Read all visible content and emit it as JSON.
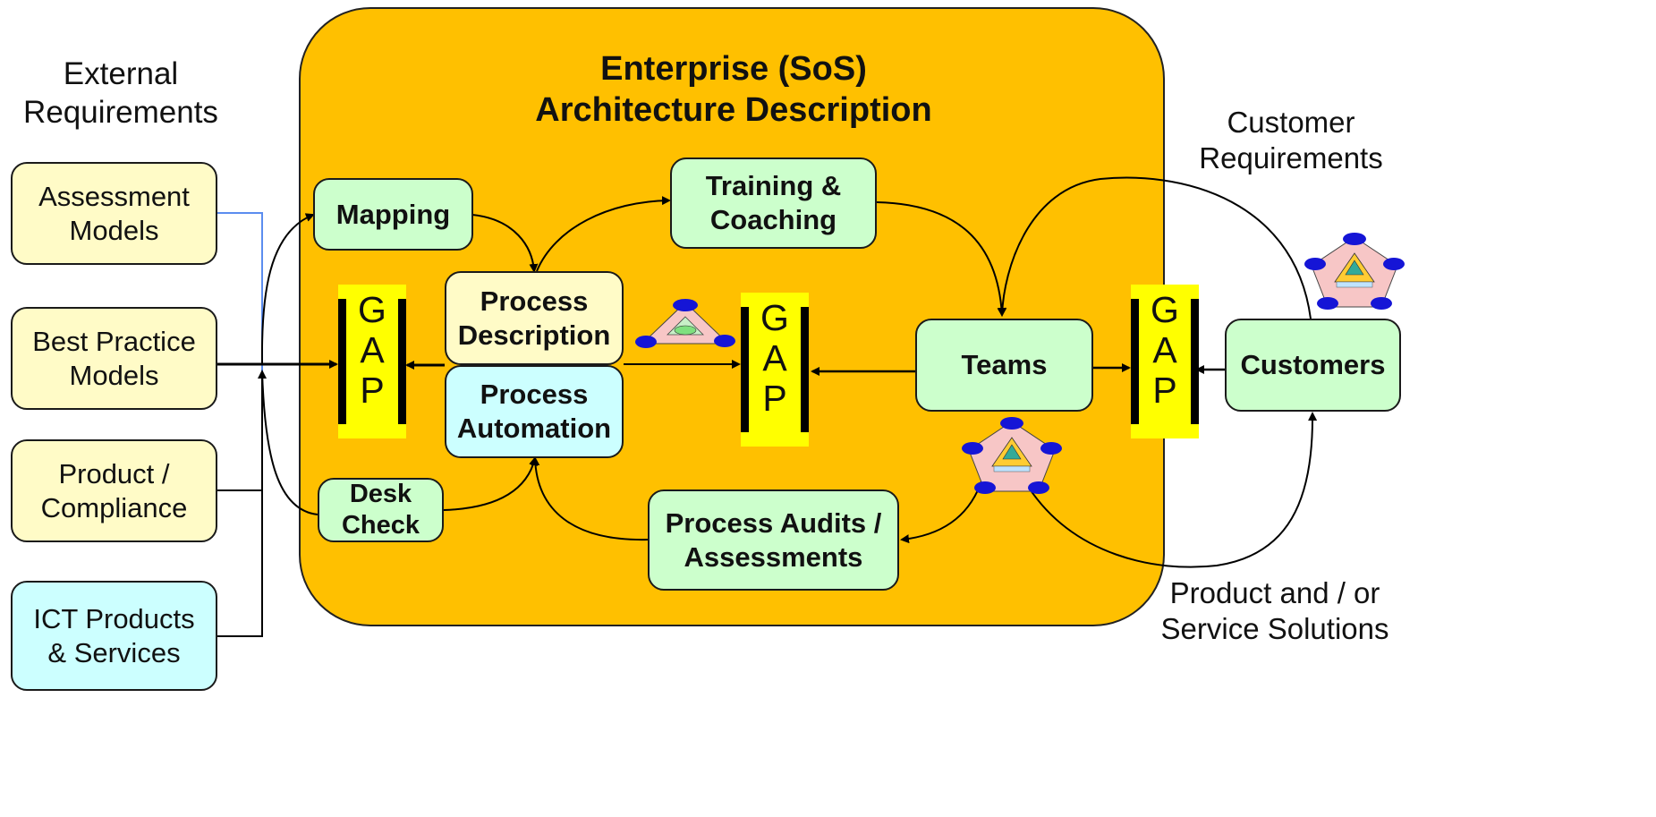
{
  "enterprise": {
    "title": "Enterprise (SoS)\nArchitecture Description",
    "fill": "#ffc000"
  },
  "external_requirements": {
    "label": "External\nRequirements",
    "items": [
      "Assessment\nModels",
      "Best Practice\nModels",
      "Product /\nCompliance",
      "ICT Products\n& Services"
    ]
  },
  "nodes": {
    "mapping": "Mapping",
    "training": "Training &\nCoaching",
    "process_description": "Process\nDescription",
    "process_automation": "Process\nAutomation",
    "desk_check": "Desk\nCheck",
    "process_audits": "Process Audits /\nAssessments",
    "teams": "Teams",
    "customers": "Customers"
  },
  "gap": {
    "letters": "G\nA\nP",
    "color": "#ffff00"
  },
  "customer_requirements": "Customer\nRequirements",
  "product_solutions": "Product and / or\nService Solutions",
  "colors": {
    "yellow_box": "#fffbc7",
    "cyan_box": "#ccffff",
    "green_box": "#ccffcc",
    "connector_blue": "#5b8def"
  }
}
